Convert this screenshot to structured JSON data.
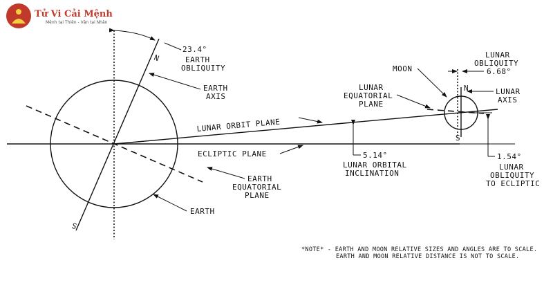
{
  "brand": {
    "name": "Tử Vi Cải Mệnh",
    "tagline": "Mệnh tại Thiên - Vận tại Nhân",
    "primary_color": "#c0392b",
    "logo_icon": "buddha-logo-icon"
  },
  "labels": {
    "earth_obliquity_value": "23.4°",
    "earth_obliquity_l1": "EARTH",
    "earth_obliquity_l2": "OBLIQUITY",
    "earth_axis_l1": "EARTH",
    "earth_axis_l2": "AXIS",
    "north_earth": "N",
    "south_earth": "S",
    "lunar_orbit_plane": "LUNAR ORBIT PLANE",
    "ecliptic_plane": "ECLIPTIC PLANE",
    "earth_equatorial_l1": "EARTH",
    "earth_equatorial_l2": "EQUATORIAL",
    "earth_equatorial_l3": "PLANE",
    "earth": "EARTH",
    "lunar_orbital_incl_value": "5.14°",
    "lunar_orbital_incl_l1": "LUNAR ORBITAL",
    "lunar_orbital_incl_l2": "INCLINATION",
    "moon": "MOON",
    "lunar_obliquity_l1": "LUNAR",
    "lunar_obliquity_l2": "OBLIQUITY",
    "lunar_obliquity_value": "6.68°",
    "lunar_equatorial_l1": "LUNAR",
    "lunar_equatorial_l2": "EQUATORIAL",
    "lunar_equatorial_l3": "PLANE",
    "north_moon": "N",
    "south_moon": "S",
    "lunar_axis_l1": "LUNAR",
    "lunar_axis_l2": "AXIS",
    "lunar_obl_ecl_value": "1.54°",
    "lunar_obl_ecl_l1": "LUNAR",
    "lunar_obl_ecl_l2": "OBLIQUITY",
    "lunar_obl_ecl_l3": "TO ECLIPTIC"
  },
  "note": {
    "line1": "*NOTE* - EARTH AND MOON RELATIVE SIZES AND ANGLES ARE TO SCALE.",
    "line2": "EARTH AND MOON RELATIVE DISTANCE IS NOT TO SCALE."
  }
}
